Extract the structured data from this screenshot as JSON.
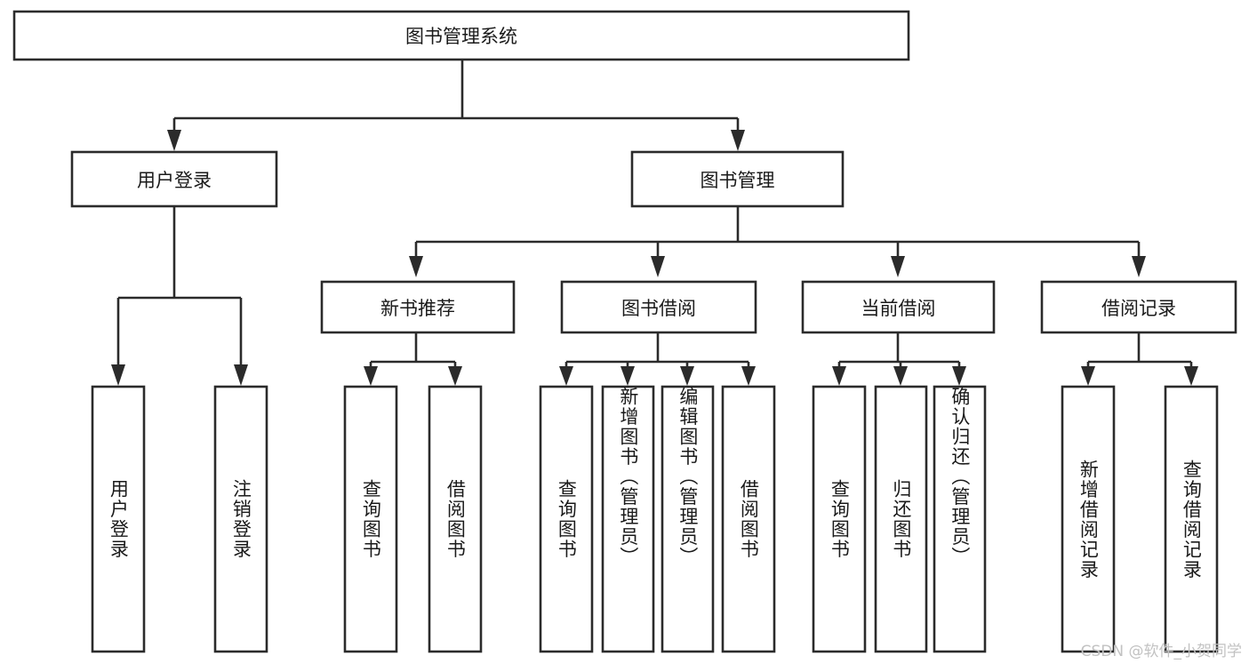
{
  "diagram": {
    "type": "tree-hierarchy",
    "title": "图书管理系统",
    "orientation": "top-down",
    "watermark": "CSDN @软件_小贺同学",
    "colors": {
      "box_stroke": "#2b2b2b",
      "box_fill": "#ffffff",
      "text": "#1a1a1a",
      "background": "#ffffff",
      "watermark": "#c2c2c2"
    },
    "levels": {
      "root": {
        "label": "图书管理系统"
      },
      "level2": [
        {
          "label": "用户登录"
        },
        {
          "label": "图书管理"
        }
      ],
      "level3": [
        {
          "label": "新书推荐"
        },
        {
          "label": "图书借阅"
        },
        {
          "label": "当前借阅"
        },
        {
          "label": "借阅记录"
        }
      ]
    },
    "groups": [
      {
        "parent": "用户登录",
        "leaves": [
          {
            "label": "用户登录"
          },
          {
            "label": "注销登录"
          }
        ]
      },
      {
        "parent": "新书推荐",
        "leaves": [
          {
            "label": "查询图书"
          },
          {
            "label": "借阅图书"
          }
        ]
      },
      {
        "parent": "图书借阅",
        "leaves": [
          {
            "label": "查询图书"
          },
          {
            "label": "新增图书（管理员）"
          },
          {
            "label": "编辑图书（管理员）"
          },
          {
            "label": "借阅图书"
          }
        ]
      },
      {
        "parent": "当前借阅",
        "leaves": [
          {
            "label": "查询图书"
          },
          {
            "label": "归还图书"
          },
          {
            "label": "确认归还（管理员）"
          }
        ]
      },
      {
        "parent": "借阅记录",
        "leaves": [
          {
            "label": "新增借阅记录"
          },
          {
            "label": "查询借阅记录"
          }
        ]
      }
    ],
    "nodes": {
      "root": "图书管理系统",
      "user_login": "用户登录",
      "book_manage": "图书管理",
      "new_book_rec": "新书推荐",
      "book_borrow": "图书借阅",
      "current_borrow": "当前借阅",
      "borrow_record": "借阅记录",
      "leaf_user_login": "用户登录",
      "leaf_logout": "注销登录",
      "leaf_query_book_a": "查询图书",
      "leaf_borrow_book_a": "借阅图书",
      "leaf_query_book_b": "查询图书",
      "leaf_add_book": "新增图书（管理员）",
      "leaf_edit_book": "编辑图书（管理员）",
      "leaf_borrow_book_b": "借阅图书",
      "leaf_query_book_c": "查询图书",
      "leaf_return_book": "归还图书",
      "leaf_confirm_return": "确认归还（管理员）",
      "leaf_add_record": "新增借阅记录",
      "leaf_query_record": "查询借阅记录"
    }
  }
}
